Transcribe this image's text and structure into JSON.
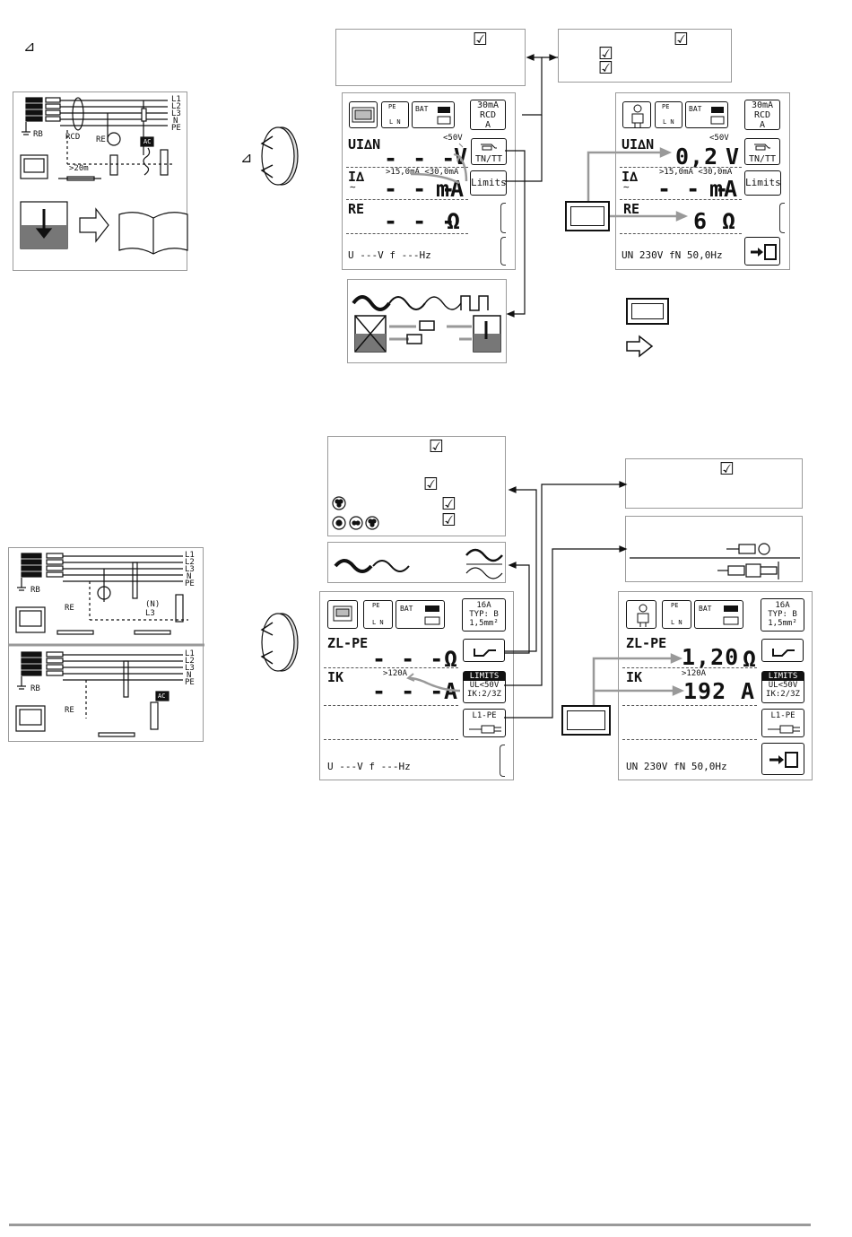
{
  "top_left": {
    "marker": "⊿"
  },
  "rotary_marker": "⊿",
  "diagram1": {
    "lines": [
      "L1",
      "L2",
      "L3",
      "N",
      "PE"
    ],
    "rb": "RB",
    "rcd": "RCD",
    "re": "RE",
    "dist": ">20m",
    "ac": "AC"
  },
  "diagram2": {
    "lines": [
      "L1",
      "L2",
      "L3",
      "N",
      "PE"
    ],
    "rb": "RB",
    "re": "RE",
    "mid": [
      "(N)",
      "L3"
    ]
  },
  "diagram3": {
    "lines": [
      "L1",
      "L2",
      "L3",
      "N",
      "PE"
    ],
    "rb": "RB",
    "re": "RE",
    "ac": "AC"
  },
  "rcd_screen": {
    "top": {
      "pe": "PE",
      "ln": "L N",
      "bat": "BAT"
    },
    "rcd_key": [
      "30mA",
      "RCD",
      "A"
    ],
    "u_label": "UI∆N",
    "u_limit": "<50V",
    "u_value": "- - -",
    "u_unit": "V",
    "tn_key": "TN/TT",
    "i_label": "I∆",
    "i_range": ">15,0mA <30,0mA",
    "i_value": "- - -",
    "i_unit": "mA",
    "limits_key": "Limits",
    "re_label": "RE",
    "re_value": "- - -",
    "re_unit": "Ω",
    "bottom": "U   ---V    f  ---Hz"
  },
  "rcd_result": {
    "top": {
      "pe": "PE",
      "ln": "L N",
      "bat": "BAT"
    },
    "rcd_key": [
      "30mA",
      "RCD",
      "A"
    ],
    "u_label": "UI∆N",
    "u_limit": "<50V",
    "u_value": "0,2",
    "u_unit": "V",
    "tn_key": "TN/TT",
    "i_label": "I∆",
    "i_range": ">15,0mA <30,0mA",
    "i_value": "- - -",
    "i_unit": "mA",
    "limits_key": "Limits",
    "re_label": "RE",
    "re_value": "6",
    "re_unit": "Ω",
    "bottom": "UN    230V  fN 50,0Hz"
  },
  "zl_screen": {
    "top": {
      "pe": "PE",
      "ln": "L N",
      "bat": "BAT"
    },
    "fuse_key": [
      "16A",
      "TYP: B",
      "1,5mm²"
    ],
    "z_label": "ZL-PE",
    "z_value": "- - -",
    "z_unit": "Ω",
    "i_label": "IK",
    "i_range": ">120A",
    "i_value": "- - -",
    "i_unit": "A",
    "limits_key": [
      "LIMITS",
      "UL<50V",
      "IK:2/3Z"
    ],
    "l1pe_key": "L1-PE",
    "bottom": "U   ---V    f  ---Hz"
  },
  "zl_result": {
    "top": {
      "pe": "PE",
      "ln": "L N",
      "bat": "BAT"
    },
    "fuse_key": [
      "16A",
      "TYP: B",
      "1,5mm²"
    ],
    "z_label": "ZL-PE",
    "z_value": "1,20",
    "z_unit": "Ω",
    "i_label": "IK",
    "i_range": ">120A",
    "i_value": "192",
    "i_unit": "A",
    "limits_key": [
      "LIMITS",
      "UL<50V",
      "IK:2/3Z"
    ],
    "l1pe_key": "L1-PE",
    "bottom": "UN    230V  fN 50,0Hz"
  },
  "check_mark": "☑"
}
